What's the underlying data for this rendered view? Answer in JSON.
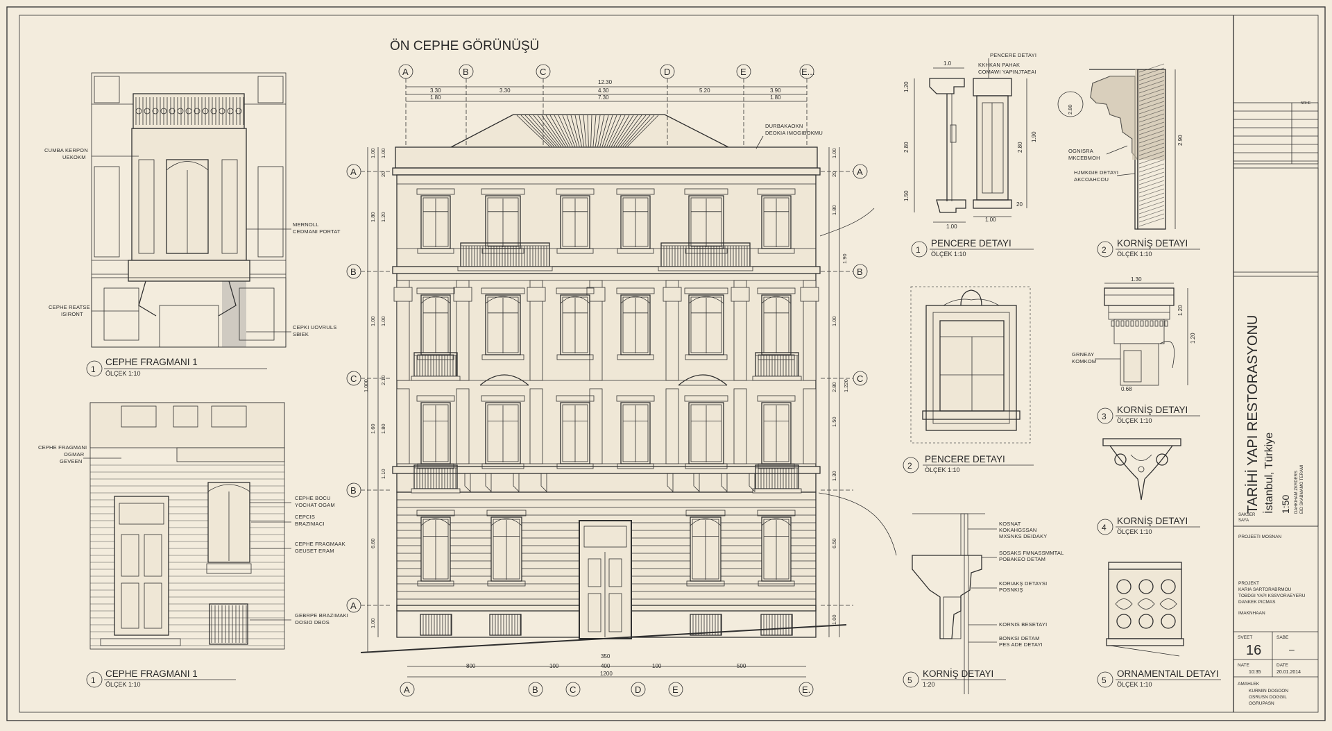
{
  "drawing_title": "ÖN CEPHE GÖRÜNÜŞÜ",
  "top_grid": [
    "A",
    "B",
    "C",
    "D",
    "E",
    "E..."
  ],
  "bottom_grid": [
    "A",
    "B",
    "C",
    "D",
    "E",
    "E."
  ],
  "left_levels": [
    "A",
    "B",
    "C",
    "B",
    "A"
  ],
  "right_levels": [
    "A",
    "B",
    "C"
  ],
  "top_dims": {
    "total": "12.30",
    "row1": [
      "3.30",
      "3.30",
      "4.30",
      "5.20",
      "3.90"
    ],
    "row2": [
      "1.80",
      "7.30",
      "1.80"
    ]
  },
  "bottom_dims": {
    "row1": [
      "800",
      "100",
      "350",
      "100",
      "500"
    ],
    "row2": [
      "400"
    ],
    "total": "1200"
  },
  "left_dims": [
    "1.00",
    "20",
    "1.80",
    "1.00",
    "1.000",
    "1.60",
    "1.80",
    "1.10",
    "6.60",
    "1.00",
    "1.00",
    "1.20",
    "2.10",
    "1.00"
  ],
  "right_dims": [
    "1.00",
    "20",
    "1.80",
    "1.90",
    "1.00",
    "1.220",
    "2.80",
    "1.50",
    "1.30",
    "6.50",
    "1.00"
  ],
  "roof_note": [
    "DURBAKAOKN",
    "DEOKIA IMOGIBOKMU"
  ],
  "left_top": {
    "notes": [
      [
        "CUMBA KERPON",
        "UEKOKM"
      ],
      [
        "MERNOLL",
        "CEDMANI PORTAT"
      ],
      [
        "CEPHE REATSE",
        "ISIRONT"
      ],
      [
        "CEPKI UOVRULS",
        "SBIEK"
      ]
    ],
    "label_num": "1",
    "label": "CEPHE FRAGMANI 1",
    "scale": "ÖLÇEK 1:10"
  },
  "left_bottom": {
    "notes": [
      [
        "CEPHE FRAGMANI",
        "OGMAR",
        "GEVEEN"
      ],
      [
        "CEPHE BOCU",
        "YOCHAT OGAM"
      ],
      [
        "CEPCIS",
        "BRAZIMACI"
      ],
      [
        "CEPHE FRAGMAAK",
        "GEUSET ERAM"
      ],
      [
        "GEBRPE BRAZIMAKI",
        "OOSIO DBOS"
      ]
    ],
    "label_num": "1",
    "label": "CEPHE FRAGMANI 1",
    "scale": "ÖLÇEK 1:10"
  },
  "details": {
    "d1": {
      "num": "1",
      "label": "PENCERE DETAYI",
      "scale": "ÖLÇEK 1:10",
      "notes": [
        "PENCERE DETAYI",
        "KKHKAN PAHAK",
        "COMAWI YAPINJTAEAI"
      ],
      "dims": [
        "1.0",
        "1.20",
        "2.80",
        "1.50",
        "1.00",
        "1.00",
        "2.80",
        "1.90",
        "20"
      ]
    },
    "d2": {
      "num": "2",
      "label": "KORNİŞ DETAYI",
      "scale": "ÖLÇEK 1:10",
      "notes": [
        "OGNISRA",
        "MKCEBMOH",
        "HJMKGIE DETAYI",
        "AKCOAHCOU"
      ],
      "dims": [
        "2.80",
        "2.90"
      ]
    },
    "d3": {
      "num": "2",
      "label": "PENCERE DETAYI",
      "scale": "ÖLÇEK 1:10"
    },
    "d4": {
      "num": "3",
      "label": "KORNİŞ DETAYI",
      "scale": "ÖLÇEK 1:10",
      "notes": [
        "GRNEAY",
        "KOMKOM"
      ],
      "dims": [
        "1.30",
        "1.20",
        "1.20",
        "0.68"
      ]
    },
    "d5": {
      "num": "4",
      "label": "KORNİŞ DETAYI",
      "scale": "ÖLÇEK 1:10"
    },
    "d6": {
      "num": "5",
      "label": "KORNİŞ DETAYI",
      "scale": "1:20",
      "notes": [
        "KOSNAT",
        "KOKAHGSSAN",
        "MXSNKS DEIDAKY",
        "SOSAKS FMNASSMMTAL",
        "POBAKEO DETAM",
        "KORIAKŞ DETAYSI",
        "POSNKIŞ",
        "KORNIS BESETAYI",
        "BONKSI DETAM",
        "PES ADE DETAYI"
      ]
    },
    "d7": {
      "num": "5",
      "label": "ORNAMENTAIL DETAYI",
      "scale": "ÖLÇEK 1:10"
    }
  },
  "title_block": {
    "project_title": "TARİHİ YAPI RESTORASYONU",
    "location": "İstanbul, Türkiye",
    "scale": "1:50",
    "small_note": [
      "DAHKIHAM ZKRDERS",
      "EID SKABMAMO TERAMI"
    ],
    "cols_note": [
      "SAKSER",
      "SAYA"
    ],
    "info1": "PROJEETI MOSNAN",
    "project": [
      "PROJEKT",
      "KARIA SARTORABRMOU",
      "TOBDGI YAPI KSSVORAEYERU",
      "DANKEK PICMAS"
    ],
    "info2": "IMAKNHAAN",
    "sheet_label": "SVEET",
    "sheet_no": "16",
    "sabe_label": "SABE",
    "sabe_val": "–",
    "nate_label": "NATE",
    "nate_val": "10:35",
    "date_label": "DATE",
    "date_val": "20.01.2014",
    "footer_label": "AMAHLEK",
    "footer": [
      "KURMIN DOGOON",
      "OSRUSN DOGGIL",
      "OGRUPASN"
    ],
    "tiny": "NRHE"
  }
}
